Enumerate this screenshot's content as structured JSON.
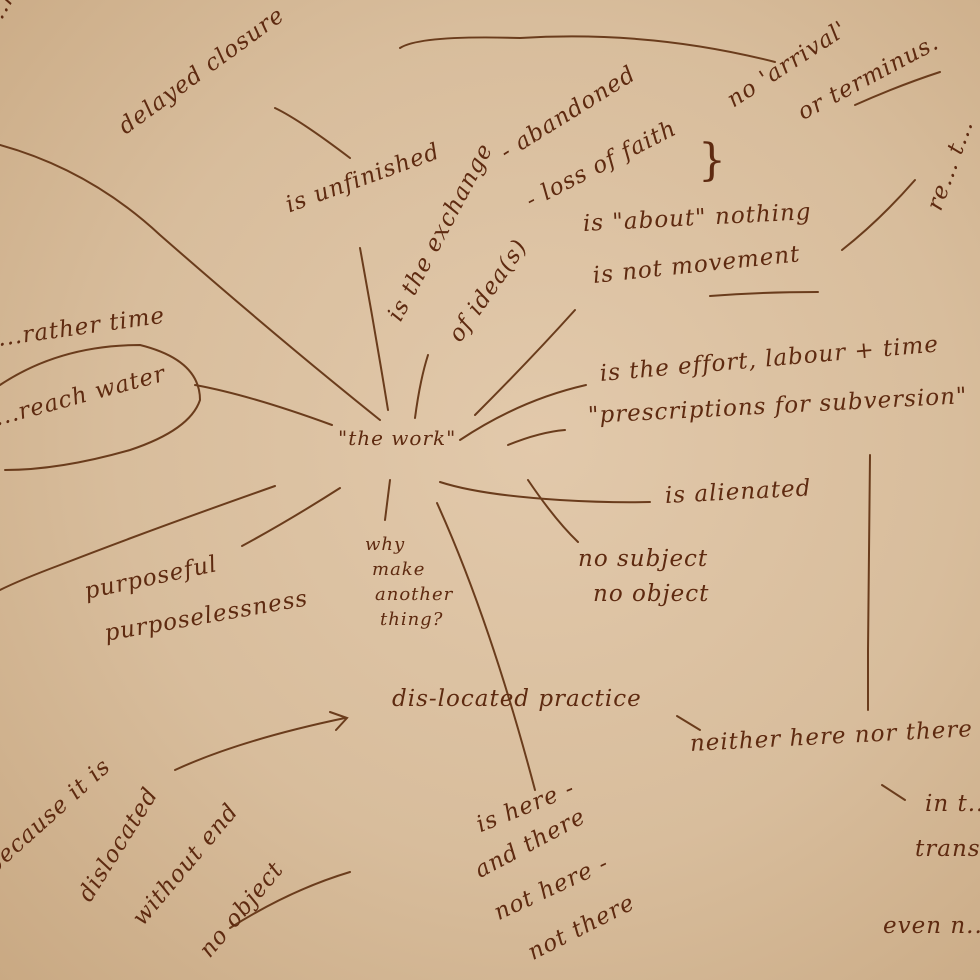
{
  "center": "\"the work\"",
  "notes": {
    "edge_top_left": "...nal",
    "delayed_closure": "delayed closure",
    "unfinished": "is unfinished",
    "abandoned": "- abandoned",
    "loss_of_faith": "- loss of faith",
    "brace": "}",
    "no_arrival": "no 'arrival'",
    "or_terminus": "or terminus.",
    "about_nothing": "is \"about\" nothing",
    "not_movement": "is not movement",
    "exchange_1": "is the exchange",
    "exchange_2": "of idea(s)",
    "edge_right_top": "re... t...",
    "rather_time": "...rather time",
    "reach_water": "...reach water",
    "effort": "is the effort, labour + time",
    "prescriptions": "\"prescriptions for subversion\"",
    "alienated": "is alienated",
    "no_subject": "no subject",
    "no_object_mid": "no object",
    "why_1": "why",
    "why_2": "make",
    "why_3": "another",
    "why_4": "thing?",
    "purposeful": "purposeful",
    "purposelessness": "purposelessness",
    "dislocated_practice": "dis-located practice",
    "neither": "neither here nor there",
    "in_t": "in t...",
    "trans": "trans...",
    "even_n": "even n...",
    "because": "because it is",
    "dislocated": "dislocated",
    "without_end": "without end",
    "no_object": "no object",
    "is_here": "is here -",
    "and_there": "and there",
    "not_here": "not here -",
    "not_there": "not there"
  }
}
